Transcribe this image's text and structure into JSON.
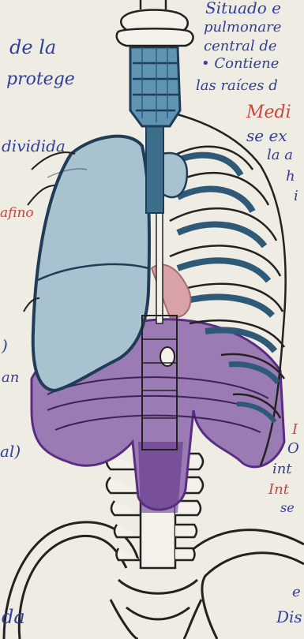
{
  "colors": {
    "paper": "#efece3",
    "ink_blue": "#2f3f9a",
    "ink_red": "#c9463d",
    "lung_fill": "#a9c2cf",
    "lung_outline": "#1f3d57",
    "cartilage": "#5f95b3",
    "diaphragm": "#9b7bb4",
    "diaphragm_dark": "#5a2d83",
    "bone_outline": "#222222",
    "aorta": "#d9a2a8"
  },
  "icons": [
    "trachea-icon",
    "lung-icon",
    "rib-cage-icon",
    "diaphragm-icon",
    "spine-icon",
    "pelvis-icon"
  ],
  "notes": {
    "left": {
      "de_la": "de la",
      "protege": "protege",
      "dividida": "dividida",
      "afino": "afino",
      "paren1": ")",
      "an": "an",
      "al": "al)",
      "da": "da"
    },
    "right": {
      "situado": "Situado e",
      "pulmonar": "pulmonare",
      "central": "central de",
      "contiene": "• Contiene",
      "raices": "las raíces d",
      "medi": "Medi",
      "se_ex": "se ex",
      "la_a": "la a",
      "h": "h",
      "i1": "i",
      "i2": "I",
      "o": "O",
      "int": "int",
      "int2": "Int",
      "se2": "se",
      "e": "e",
      "dis": "Dis"
    }
  }
}
